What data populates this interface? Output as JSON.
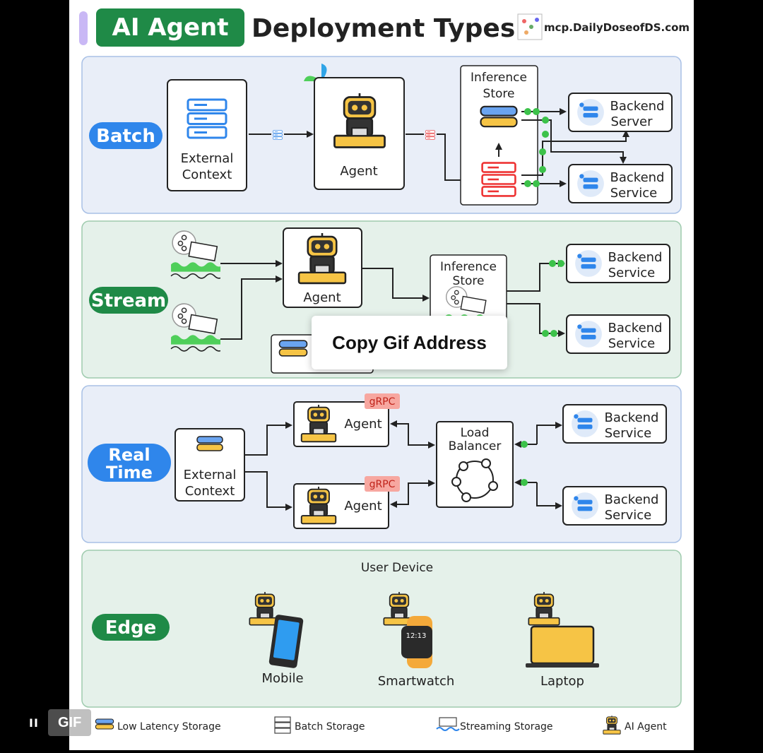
{
  "header": {
    "title_highlight": "AI Agent",
    "title_rest": "Deployment Types",
    "site": "mcp.DailyDoseofDS.com"
  },
  "sections": {
    "batch": {
      "label": "Batch",
      "external_line1": "External",
      "external_line2": "Context",
      "agent": "Agent",
      "store_line1": "Inference",
      "store_line2": "Store",
      "backend1_line1": "Backend",
      "backend1_line2": "Server",
      "backend2_line1": "Backend",
      "backend2_line2": "Service"
    },
    "stream": {
      "label": "Stream",
      "agent": "Agent",
      "store_line1": "Inference",
      "store_line2": "Store",
      "backend1_line1": "Backend",
      "backend1_line2": "Service",
      "backend2_line1": "Backend",
      "backend2_line2": "Service"
    },
    "realtime": {
      "label_line1": "Real",
      "label_line2": "Time",
      "external_line1": "External",
      "external_line2": "Context",
      "agent1": "Agent",
      "agent2": "Agent",
      "grpc1": "gRPC",
      "grpc2": "gRPC",
      "lb_line1": "Load",
      "lb_line2": "Balancer",
      "backend1_line1": "Backend",
      "backend1_line2": "Service",
      "backend2_line1": "Backend",
      "backend2_line2": "Service"
    },
    "edge": {
      "label": "Edge",
      "title": "User Device",
      "mobile": "Mobile",
      "smartwatch": "Smartwatch",
      "watch_time": "12:13",
      "laptop": "Laptop"
    }
  },
  "legend": {
    "low_latency": "Low Latency Storage",
    "batch_storage": "Batch Storage",
    "streaming": "Streaming Storage",
    "ai_agent": "AI Agent"
  },
  "context_menu": {
    "copy_gif": "Copy Gif Address"
  },
  "player": {
    "pause": "II",
    "gif": "GIF"
  },
  "colors": {
    "panel_blue": "#e9eef8",
    "panel_green": "#e5f1ea",
    "batch_pill": "#2f86eb",
    "stream_pill": "#1f8a47",
    "realtime_pill": "#2f86eb",
    "edge_pill": "#1f8a47",
    "title_green": "#1f8a47"
  }
}
